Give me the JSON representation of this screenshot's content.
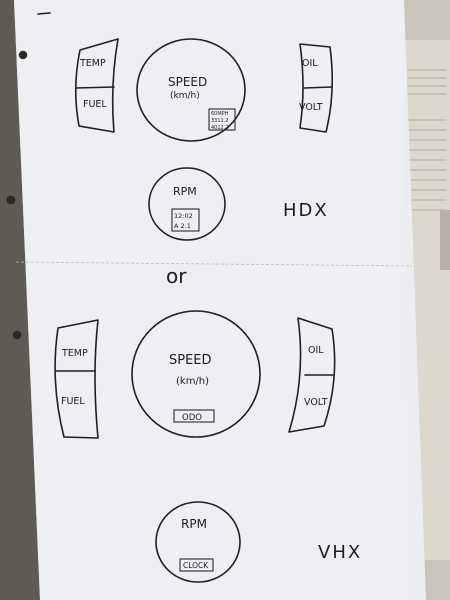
{
  "sketch_top": {
    "left_gauge": {
      "upper": "TEMP",
      "lower": "FUEL"
    },
    "speedometer": {
      "label": "SPEED",
      "unit": "(km/h)",
      "lcd_lines": [
        "60MPH",
        "3311.2",
        "4012.2"
      ]
    },
    "right_gauge": {
      "upper": "OIL",
      "lower": "VOLT"
    },
    "tachometer": {
      "label": "RPM",
      "lcd_lines": [
        "12:02",
        "A 2.1"
      ]
    },
    "model": "HDX"
  },
  "separator": "or",
  "sketch_bottom": {
    "left_gauge": {
      "upper": "TEMP",
      "lower": "FUEL"
    },
    "speedometer": {
      "label": "SPEED",
      "unit": "(km/h)",
      "lcd": "ODO"
    },
    "right_gauge": {
      "upper": "OIL",
      "lower": "VOLT"
    },
    "tachometer": {
      "label": "RPM",
      "lcd": "CLOCK"
    },
    "model": "VHX"
  },
  "colors": {
    "paper": "#ecedf0",
    "ink": "#1f1f24",
    "background": "#5b5954"
  }
}
